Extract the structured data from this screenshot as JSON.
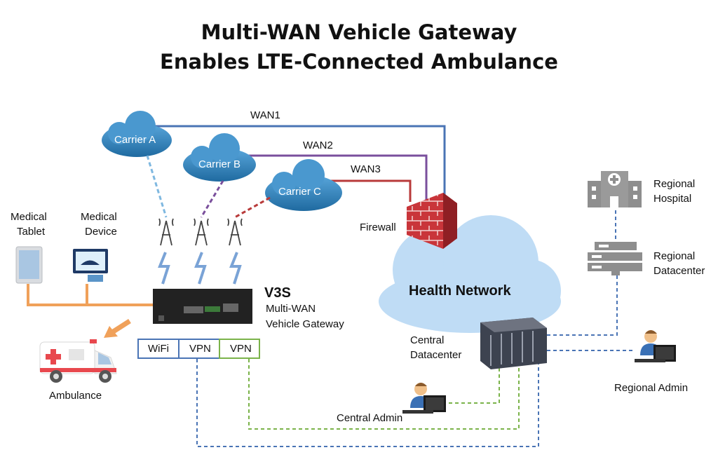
{
  "title": {
    "line1": "Multi-WAN Vehicle Gateway",
    "line2": "Enables LTE-Connected Ambulance"
  },
  "wan_links": [
    "WAN1",
    "WAN2",
    "WAN3"
  ],
  "carriers": [
    "Carrier A",
    "Carrier B",
    "Carrier C"
  ],
  "firewall_label": "Firewall",
  "health_network_label": "Health Network",
  "medical_tablet": {
    "line1": "Medical",
    "line2": "Tablet"
  },
  "medical_device": {
    "line1": "Medical",
    "line2": "Device"
  },
  "gateway": {
    "model": "V3S",
    "line1": "Multi-WAN",
    "line2": "Vehicle Gateway"
  },
  "ports": [
    "WiFi",
    "VPN",
    "VPN"
  ],
  "ambulance_label": "Ambulance",
  "central_datacenter": {
    "line1": "Central",
    "line2": "Datacenter"
  },
  "central_admin_label": "Central Admin",
  "regional_hospital": {
    "line1": "Regional",
    "line2": "Hospital"
  },
  "regional_datacenter": {
    "line1": "Regional",
    "line2": "Datacenter"
  },
  "regional_admin_label": "Regional Admin",
  "colors": {
    "wan1": "#4a74b5",
    "wan2": "#7a4f9c",
    "wan3": "#b83a3a",
    "lan": "#f0a15a",
    "vpn_blue": "#4a74b5",
    "vpn_green": "#7bb34a",
    "cloud_blue": "#2f7fb7",
    "health_cloud": "#bfdcf5",
    "firewall": "#c9353a",
    "icon_gray": "#8e8e8e",
    "lightning": "#7aa3d6"
  }
}
